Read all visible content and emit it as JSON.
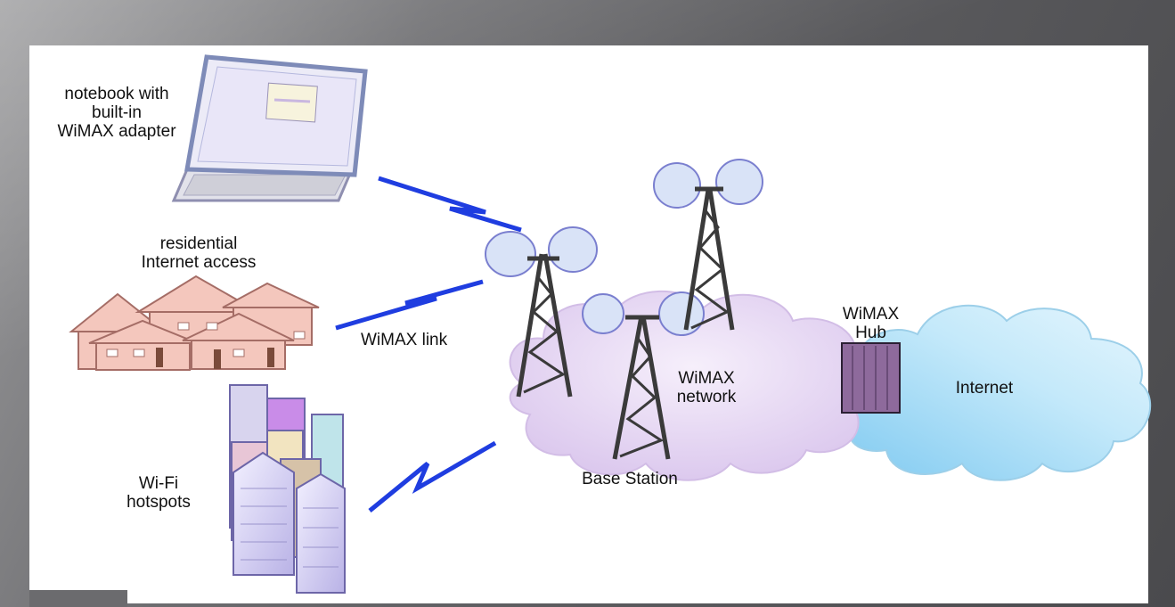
{
  "diagram": {
    "nodes": {
      "notebook": "notebook with\nbuilt-in\nWiMAX adapter",
      "residential": "residential\nInternet access",
      "wifi": "Wi-Fi\nhotspots",
      "link": "WiMAX link",
      "network": "WiMAX\nnetwork",
      "hub": "WiMAX\nHub",
      "internet": "Internet",
      "base_station": "Base Station"
    },
    "colors": {
      "link_blue": "#1f3de0",
      "wimax_cloud": "#e8d8f4",
      "internet_cloud": "#a9ddf5",
      "tower": "#3a3a3a",
      "hub": "#8e6a9c"
    }
  }
}
